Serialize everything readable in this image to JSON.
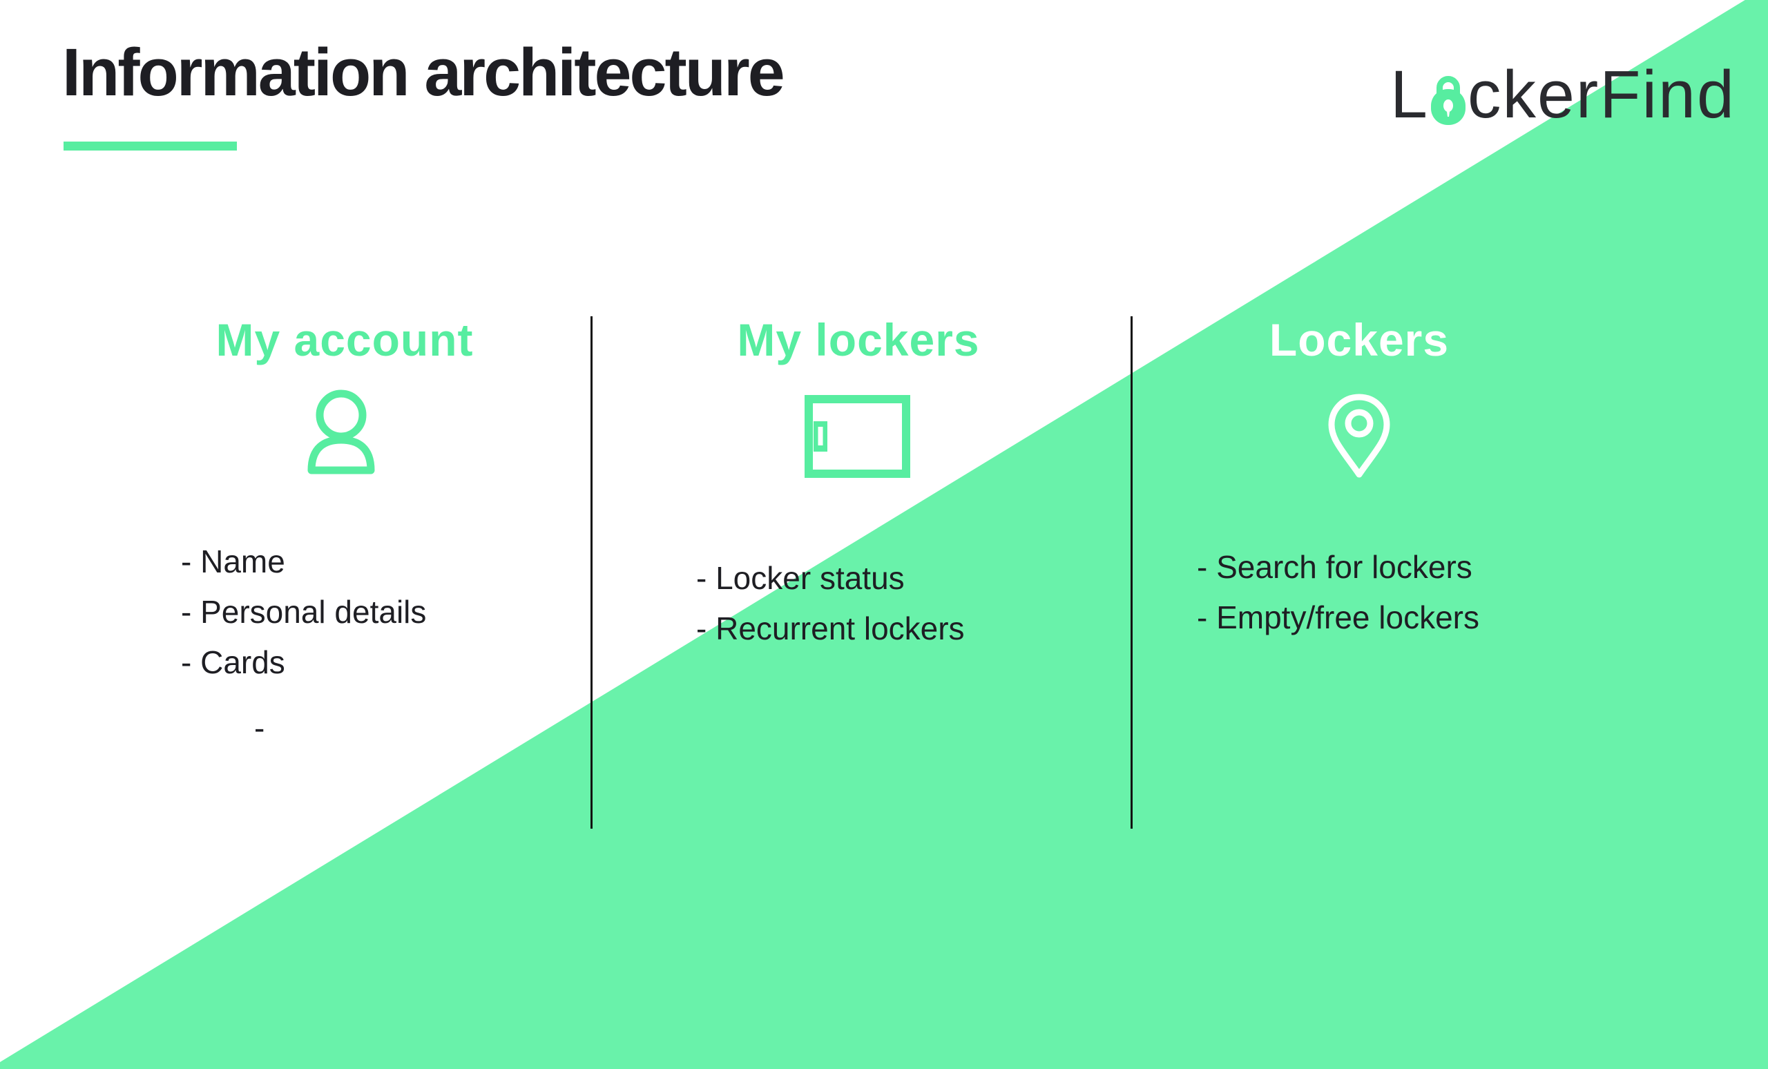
{
  "header": {
    "title": "Information architecture"
  },
  "logo": {
    "prefix": "L",
    "suffix": "ckerFind"
  },
  "colors": {
    "green_background": "#69F2AA",
    "green_accent": "#57EDA0",
    "dark_text": "#1E1E23",
    "logo_text": "#2A2B2F",
    "divider": "#121212",
    "white": "#FFFFFF"
  },
  "columns": [
    {
      "title": "My account",
      "icon": "person-icon",
      "items": [
        "- Name",
        "- Personal details",
        "- Cards"
      ],
      "trailing_dash": "-"
    },
    {
      "title": "My lockers",
      "icon": "locker-icon",
      "items": [
        "- Locker status",
        "- Recurrent lockers"
      ]
    },
    {
      "title": "Lockers",
      "icon": "map-pin-icon",
      "items": [
        "- Search for lockers",
        "- Empty/free lockers"
      ]
    }
  ]
}
